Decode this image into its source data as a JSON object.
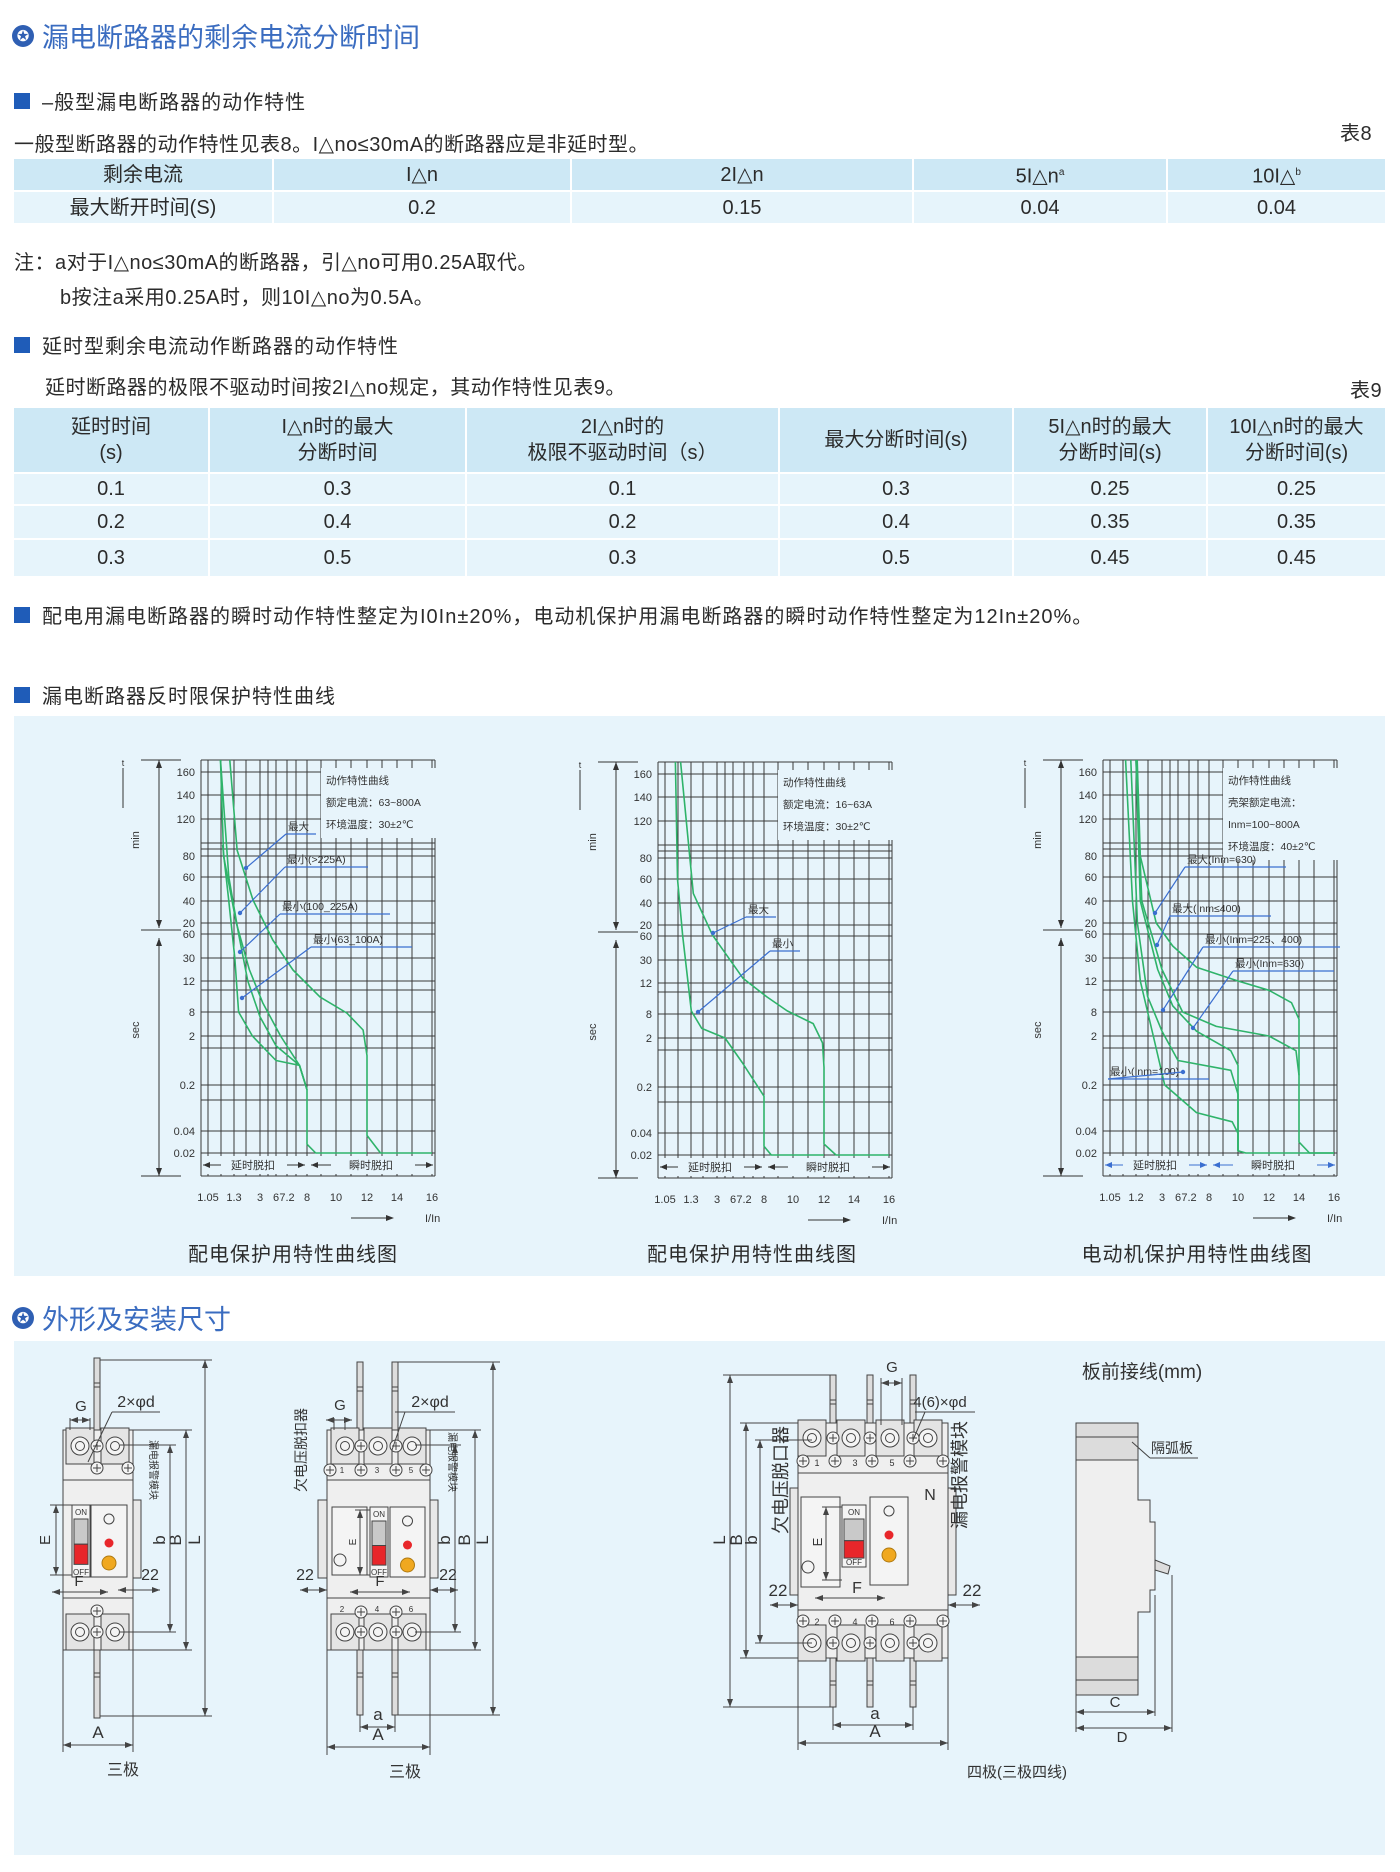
{
  "title": "漏电断路器的剩余电流分断时间",
  "general": {
    "heading": "–般型漏电断路器的动作特性",
    "text": "一般型断路器的动作特性见表8。I△no≤30mA的断路器应是非延时型。",
    "table_label": "表8",
    "header": [
      "剩余电流",
      "I△n",
      "2I△n",
      "5I△n",
      "10I△"
    ],
    "header_sup": [
      "",
      "",
      "",
      "a",
      "b"
    ],
    "rows": [
      [
        "最大断开时间(S)",
        "0.2",
        "0.15",
        "0.04",
        "0.04"
      ]
    ],
    "notes": [
      "注：a对于I△no≤30mA的断路器，引△no可用0.25A取代。",
      "b按注a采用0.25A时，则10I△no为0.5A。"
    ]
  },
  "delay": {
    "heading": "延时型剩余电流动作断路器的动作特性",
    "text": "延时断路器的极限不驱动时间按2I△no规定，其动作特性见表9。",
    "table_label": "表9",
    "header": [
      "延时时间\n(s)",
      "I△n时的最大\n分断时间",
      "2I△n时的\n极限不驱动时间（s）",
      "最大分断时间(s)",
      "5I△n时的最大\n分断时间(s)",
      "10I△n时的最大\n分断时间(s)"
    ],
    "rows": [
      [
        "0.1",
        "0.3",
        "0.1",
        "0.3",
        "0.25",
        "0.25"
      ],
      [
        "0.2",
        "0.4",
        "0.2",
        "0.4",
        "0.35",
        "0.35"
      ],
      [
        "0.3",
        "0.5",
        "0.3",
        "0.5",
        "0.45",
        "0.45"
      ]
    ]
  },
  "instant_note": "配电用漏电断路器的瞬时动作特性整定为I0In±20%，电动机保护用漏电断路器的瞬时动作特性整定为12In±20%。",
  "curves_heading": "漏电断路器反时限保护特性曲线",
  "chart_data": [
    {
      "type": "line",
      "title": "配电保护用特性曲线图",
      "y_label_top": "min",
      "y_label_bottom": "sec",
      "y_arrow_label": "t",
      "y_ticks": [
        "160",
        "140",
        "120",
        "80",
        "60",
        "40",
        "20",
        "60",
        "30",
        "12",
        "8",
        "2",
        "0.2",
        "0.04",
        "0.02"
      ],
      "x_ticks": [
        "1.05",
        "1.3",
        "3",
        "6",
        "7.2",
        "8",
        "10",
        "12",
        "14",
        "16"
      ],
      "xlabel": "I/In",
      "band_labels": [
        "延时脱扣",
        "瞬时脱扣"
      ],
      "notes": [
        "动作特性曲线",
        "额定电流：63~800A",
        "环境温度：30±2℃"
      ],
      "grid": true,
      "series": [
        {
          "name": "最大",
          "points": [
            [
              1.26,
              -0.5
            ],
            [
              1.5,
              2.84
            ],
            [
              2.54,
              4.96
            ],
            [
              5.4,
              7.25
            ],
            [
              7.44,
              8.52
            ],
            [
              8.9,
              9.52
            ],
            [
              10.7,
              10.04
            ],
            [
              11.75,
              10.75
            ],
            [
              12,
              11.4
            ],
            [
              12,
              13.2
            ],
            [
              12.9,
              14
            ],
            [
              16,
              14
            ]
          ]
        },
        {
          "name": "最小(>225A)",
          "points": [
            [
              1.17,
              -0.5
            ],
            [
              1.2,
              3
            ],
            [
              1.45,
              6
            ],
            [
              2.3,
              8.5
            ],
            [
              3.5,
              9.7
            ],
            [
              6.5,
              11
            ],
            [
              7.7,
              11.6
            ],
            [
              8,
              12.1
            ],
            [
              8,
              13.6
            ],
            [
              8.6,
              14
            ],
            [
              12,
              14
            ]
          ]
        },
        {
          "name": "最小(100_225A)",
          "points": [
            [
              1.17,
              -0.5
            ],
            [
              1.25,
              4
            ],
            [
              1.6,
              7
            ],
            [
              2.2,
              9
            ],
            [
              3,
              10.2
            ],
            [
              6,
              11.2
            ],
            [
              7.7,
              11.6
            ],
            [
              8,
              12.1
            ]
          ]
        },
        {
          "name": "最小(63_100A)",
          "points": [
            [
              1.19,
              2.7
            ],
            [
              1.25,
              5
            ],
            [
              1.35,
              8
            ],
            [
              1.6,
              10
            ],
            [
              2.5,
              11
            ],
            [
              6,
              11.5
            ],
            [
              7.7,
              11.6
            ],
            [
              8,
              12.1
            ]
          ]
        }
      ]
    },
    {
      "type": "line",
      "title": "配电保护用特性曲线图",
      "y_label_top": "min",
      "y_label_bottom": "sec",
      "y_arrow_label": "t",
      "y_ticks": [
        "160",
        "140",
        "120",
        "80",
        "60",
        "40",
        "20",
        "60",
        "30",
        "12",
        "8",
        "2",
        "0.2",
        "0.04",
        "0.02"
      ],
      "x_ticks": [
        "1.05",
        "1.3",
        "3",
        "6",
        "7.2",
        "8",
        "10",
        "12",
        "14",
        "16"
      ],
      "xlabel": "I/In",
      "band_labels": [
        "延时脱扣",
        "瞬时脱扣"
      ],
      "notes": [
        "动作特性曲线",
        "额定电流：16~63A",
        "环境温度：30±2℃"
      ],
      "grid": true,
      "series": [
        {
          "name": "最大",
          "points": [
            [
              1.2,
              -0.5
            ],
            [
              1.45,
              4.6
            ],
            [
              2.7,
              6.9
            ],
            [
              7.1,
              8.8
            ],
            [
              8.2,
              9.45
            ],
            [
              9.6,
              9.9
            ],
            [
              11.3,
              10.4
            ],
            [
              11.9,
              11.1
            ],
            [
              12,
              11.6
            ],
            [
              12,
              13.5
            ],
            [
              12.8,
              14
            ],
            [
              16,
              14
            ]
          ]
        },
        {
          "name": "最小",
          "points": [
            [
              1.15,
              -0.5
            ],
            [
              1.17,
              4
            ],
            [
              1.22,
              7
            ],
            [
              1.32,
              9.9
            ],
            [
              2,
              10.6
            ],
            [
              4.5,
              11
            ],
            [
              7,
              11.5
            ],
            [
              8,
              12.2
            ],
            [
              8,
              13.6
            ],
            [
              8.5,
              14
            ],
            [
              12,
              14
            ]
          ]
        }
      ]
    },
    {
      "type": "line",
      "title": "电动机保护用特性曲线图",
      "y_label_top": "min",
      "y_label_bottom": "sec",
      "y_arrow_label": "t",
      "y_ticks": [
        "160",
        "140",
        "120",
        "80",
        "60",
        "40",
        "20",
        "60",
        "30",
        "12",
        "8",
        "2",
        "0.2",
        "0.04",
        "0.02"
      ],
      "x_ticks": [
        "1.05",
        "1.2",
        "3",
        "6",
        "7.2",
        "8",
        "10",
        "12",
        "14",
        "16"
      ],
      "xlabel": "I/In",
      "band_labels": [
        "延时脱扣",
        "瞬时脱扣"
      ],
      "notes": [
        "动作特性曲线",
        "壳架额定电流：",
        "Inm=100~800A",
        "环境温度：40±2℃"
      ],
      "grid": true,
      "series": [
        {
          "name": "最大(Inm=630)",
          "points": [
            [
              1.28,
              -0.5
            ],
            [
              1.5,
              3
            ],
            [
              2.6,
              6
            ],
            [
              5,
              7.5
            ],
            [
              7.5,
              8.4
            ],
            [
              10,
              9
            ],
            [
              12,
              9.3
            ],
            [
              13.5,
              9.7
            ],
            [
              14,
              10.3
            ],
            [
              14,
              11.8
            ]
          ]
        },
        {
          "name": "最大(Inm≤400)",
          "points": [
            [
              1.2,
              -0.5
            ],
            [
              1.5,
              5
            ],
            [
              2.7,
              8.5
            ],
            [
              5,
              9.8
            ],
            [
              7.5,
              10.8
            ],
            [
              9.5,
              11.3
            ],
            [
              10,
              11.6
            ],
            [
              10,
              13.9
            ]
          ]
        },
        {
          "name": "最小(Inm=225、400)",
          "points": [
            [
              1.17,
              -0.5
            ],
            [
              1.3,
              6
            ],
            [
              2,
              9.5
            ],
            [
              3,
              10.8
            ],
            [
              6,
              11.5
            ],
            [
              9.5,
              11.7
            ],
            [
              10,
              12.2
            ],
            [
              10,
              13.9
            ]
          ]
        },
        {
          "name": "最小(Inm=630)",
          "points": [
            [
              1.2,
              -0.5
            ],
            [
              1.6,
              5
            ],
            [
              3,
              8.5
            ],
            [
              6.5,
              10
            ],
            [
              8.5,
              10.6
            ],
            [
              12,
              11
            ],
            [
              13.8,
              11.3
            ],
            [
              14,
              11.8
            ],
            [
              14,
              13.5
            ],
            [
              14.6,
              14
            ],
            [
              16,
              14
            ]
          ]
        },
        {
          "name": "最小(Inm=100)",
          "points": [
            [
              1.14,
              -0.5
            ],
            [
              1.18,
              5
            ],
            [
              1.5,
              9
            ],
            [
              2.4,
              11
            ],
            [
              3.5,
              12
            ],
            [
              7.5,
              12.6
            ],
            [
              9.6,
              12.8
            ],
            [
              10,
              13.1
            ],
            [
              10,
              13.9
            ],
            [
              10.5,
              14
            ],
            [
              16,
              14
            ]
          ]
        }
      ]
    }
  ],
  "dimensions": {
    "heading": "外形及安装尺寸",
    "wiring_label": "板前接线(mm)",
    "labels": {
      "G": "G",
      "d2": "2×φd",
      "d46": "4(6)×φd",
      "E": "E",
      "F": "F",
      "n22": "22",
      "b": "b",
      "B": "B",
      "L": "L",
      "A": "A",
      "a": "a",
      "C": "C",
      "D": "D",
      "N": "N",
      "on": "ON",
      "off": "OFF",
      "leak_module": "漏电报警模块",
      "uv_trip": "欠电压脱扣器",
      "uv_trip2": "欠电压脱口器",
      "arc_plate": "隔弧板"
    },
    "terminals_top": [
      "1",
      "3",
      "5"
    ],
    "terminals_bottom": [
      "2",
      "4",
      "6"
    ],
    "captions": [
      "三极",
      "三极",
      "四极(三极四线)"
    ]
  },
  "colors": {
    "accent": "#1f5cb8",
    "curve": "#2fb36a",
    "leader": "#3b6fd0",
    "panel": "#e7f4fb"
  }
}
